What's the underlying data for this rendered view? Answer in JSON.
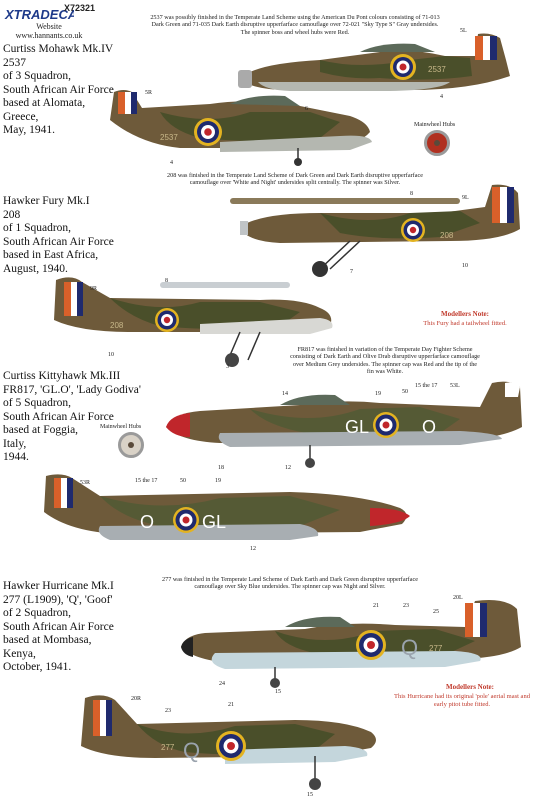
{
  "header": {
    "logo_text": "XTRADECAL",
    "sheet_code": "X72321",
    "website_label": "Website",
    "website_url": "www.hannants.co.uk"
  },
  "sections": [
    {
      "caption": [
        "Curtiss Mohawk Mk.IV",
        "2537",
        "of 3 Squadron,",
        "South African Air Force",
        "based at Alomata,",
        "Greece,",
        "May, 1941."
      ],
      "note": "2537 was possibly finished in the Temperate Land Scheme using the American Du Pont colours consisting of 71-013 Dark Green and 71-035 Dark Earth disruptive upperfarface camouflage over 72-021 \"Sky Type S\" Gray undersides. The spinner boss and wheel hubs were Red.",
      "hub_label": "Mainwheel Hubs",
      "hub_color": "#b03020",
      "serial_top": "2537",
      "serial_bottom": "2537",
      "callouts": [
        "5L",
        "4",
        "5R",
        "6",
        "4"
      ]
    },
    {
      "caption": [
        "Hawker Fury Mk.I",
        "208",
        "of 1 Squadron,",
        "South African Air Force",
        "based in East Africa,",
        "August, 1940."
      ],
      "note": "208 was finished in the Temperate Land Scheme of Dark Green and Dark Earth disruptive upperfarface camouflage over 'White and Night' undersides split centrally. The spinner was Silver.",
      "serial_top": "208",
      "serial_bottom": "208",
      "callouts": [
        "8",
        "9L",
        "7",
        "10",
        "9R",
        "8",
        "10",
        "3"
      ],
      "modellers_note_title": "Modellers Note:",
      "modellers_note_body": "This Fury had a tailwheel fitted."
    },
    {
      "caption": [
        "Curtiss Kittyhawk Mk.III",
        "FR817, 'GL.O', 'Lady Godiva'",
        "of 5 Squadron,",
        "South African Air Force",
        "based at Foggia,",
        "Italy,",
        "1944."
      ],
      "note": "FR817 was finished in variation of the Temperate Day Fighter Scheme consisting of Dark Earth and Olive Drab disruptive upperfarface camouflage over Medium Grey undersides. The spinner cap was Red and the tip of the fin was White.",
      "hub_label": "Mainwheel Hubs",
      "hub_color": "#8a7a6a",
      "code_top": "GL",
      "letter_top": "O",
      "code_bottom": "GL",
      "letter_bottom": "O",
      "callouts": [
        "14",
        "19",
        "50",
        "15 the 17",
        "53L",
        "18",
        "12",
        "53R",
        "15 the 17",
        "50",
        "19",
        "12"
      ]
    },
    {
      "caption": [
        "Hawker Hurricane Mk.I",
        "277 (L1909), 'Q', 'Goof'",
        "of 2 Squadron,",
        "South African Air Force",
        "based at Mombasa,",
        "Kenya,",
        "October, 1941."
      ],
      "note": "277 was finished in the Temperate Land Scheme of Dark Earth and Dark Green disruptive upperfarface camouflage over Sky Blue undersides. The spinner cap was Night and Silver.",
      "letter_top": "Q",
      "serial_top": "277",
      "letter_bottom": "Q",
      "serial_bottom": "277",
      "callouts": [
        "21",
        "23",
        "25",
        "20L",
        "24",
        "15",
        "20R",
        "23",
        "21",
        "15"
      ],
      "modellers_note_title": "Modellers Note:",
      "modellers_note_body": "This Hurricane had its original 'pole' aerial mast and early pitot tube fitted."
    }
  ],
  "colors": {
    "dark_earth": "#6e5a3a",
    "dark_green": "#4a4f2a",
    "underside_grey": "#c9ced2",
    "sky_blue": "#c4d6dc",
    "roundel_yellow": "#e3b321",
    "roundel_blue": "#1f2a6e",
    "roundel_red": "#c0262b",
    "accent_red": "#c0392b"
  }
}
